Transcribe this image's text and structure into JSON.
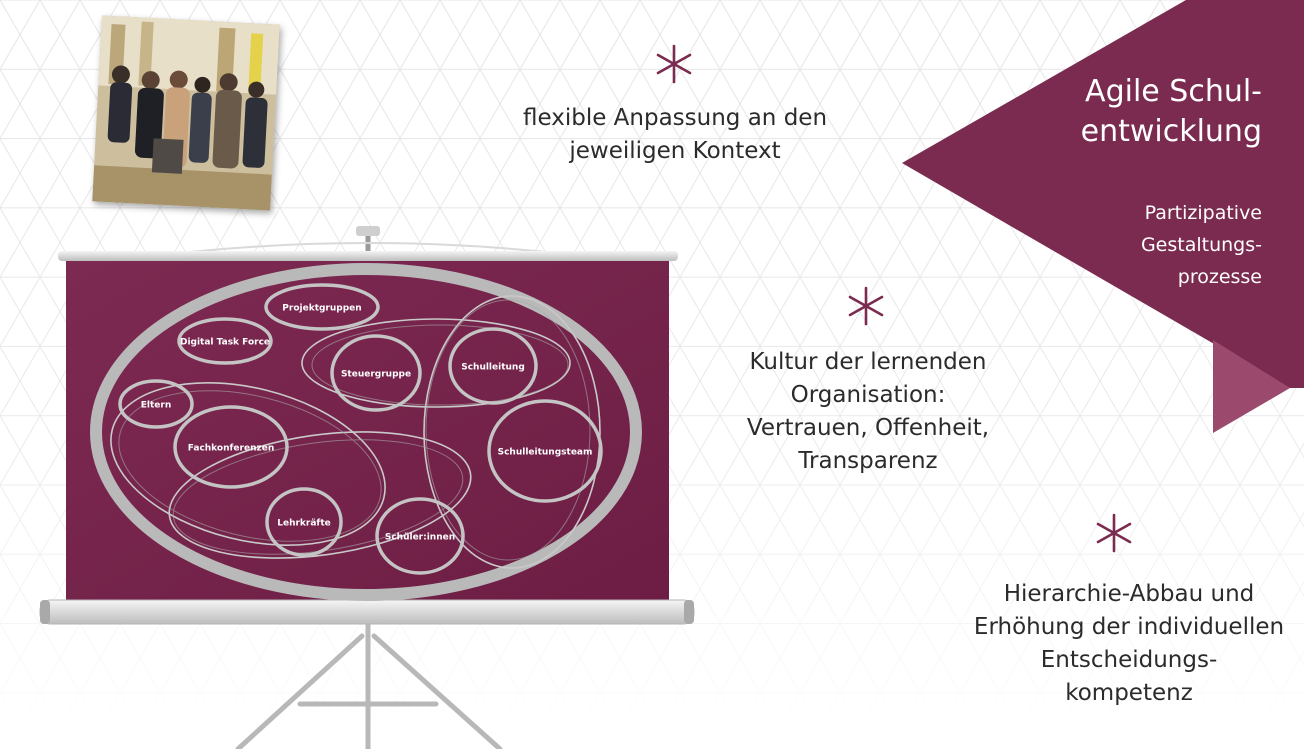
{
  "colors": {
    "brand": "#7a2b4f",
    "brand_light": "#9b4a6d",
    "text": "#2b2b2b",
    "grid": "#cfcfd6",
    "ring": "#b9b9b9"
  },
  "banner": {
    "title": "Agile Schul-\nentwicklung",
    "subtitle": "Partizipative\nGestaltungs-\nprozesse"
  },
  "features": [
    {
      "icon": "asterisk-icon",
      "text": "flexible Anpassung an den\njeweiligen Kontext"
    },
    {
      "icon": "asterisk-icon",
      "text": "Kultur der lernenden\nOrganisation:\nVertrauen, Offenheit,\nTransparenz"
    },
    {
      "icon": "asterisk-icon",
      "text": "Hierarchie-Abbau und\nErhöhung der individuellen\nEntscheidungs-\nkompetenz"
    }
  ],
  "photo": {
    "icon": "group-photo-icon"
  },
  "screen_nodes": [
    "Projektgruppen",
    "Digital Task Force",
    "Steuergruppe",
    "Schulleitung",
    "Eltern",
    "Fachkonferenzen",
    "Schulleitungsteam",
    "Lehrkräfte",
    "Schüler:innen"
  ]
}
